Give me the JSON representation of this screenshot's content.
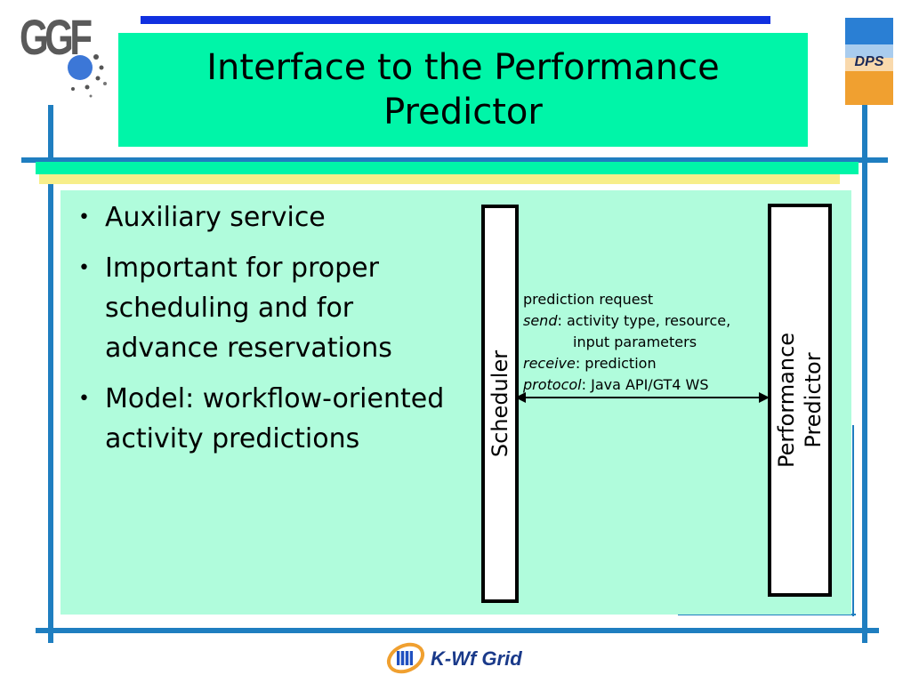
{
  "logos": {
    "left": "GGF",
    "right": "DPS",
    "footer": "K-Wf Grid"
  },
  "title": "Interface to the Performance Predictor",
  "bullets": [
    "Auxiliary service",
    "Important for proper scheduling and for advance reservations",
    "Model: workflow-oriented activity predictions"
  ],
  "diagram": {
    "left_box": "Scheduler",
    "right_box_line1": "Performance",
    "right_box_line2": "Predictor",
    "message": {
      "line1": "prediction request",
      "send_label": "send",
      "send_text": ": activity type, resource,",
      "send_text_cont": "input parameters",
      "receive_label": "receive",
      "receive_text": ": prediction",
      "protocol_label": "protocol",
      "protocol_text": ": Java API/GT4 WS"
    }
  },
  "colors": {
    "title_bg": "#00f5a8",
    "content_bg": "#b0fcdc",
    "frame_lines": "#1f7ec0",
    "top_bar": "#1030e0",
    "band_yellow": "#f7ee8a"
  }
}
